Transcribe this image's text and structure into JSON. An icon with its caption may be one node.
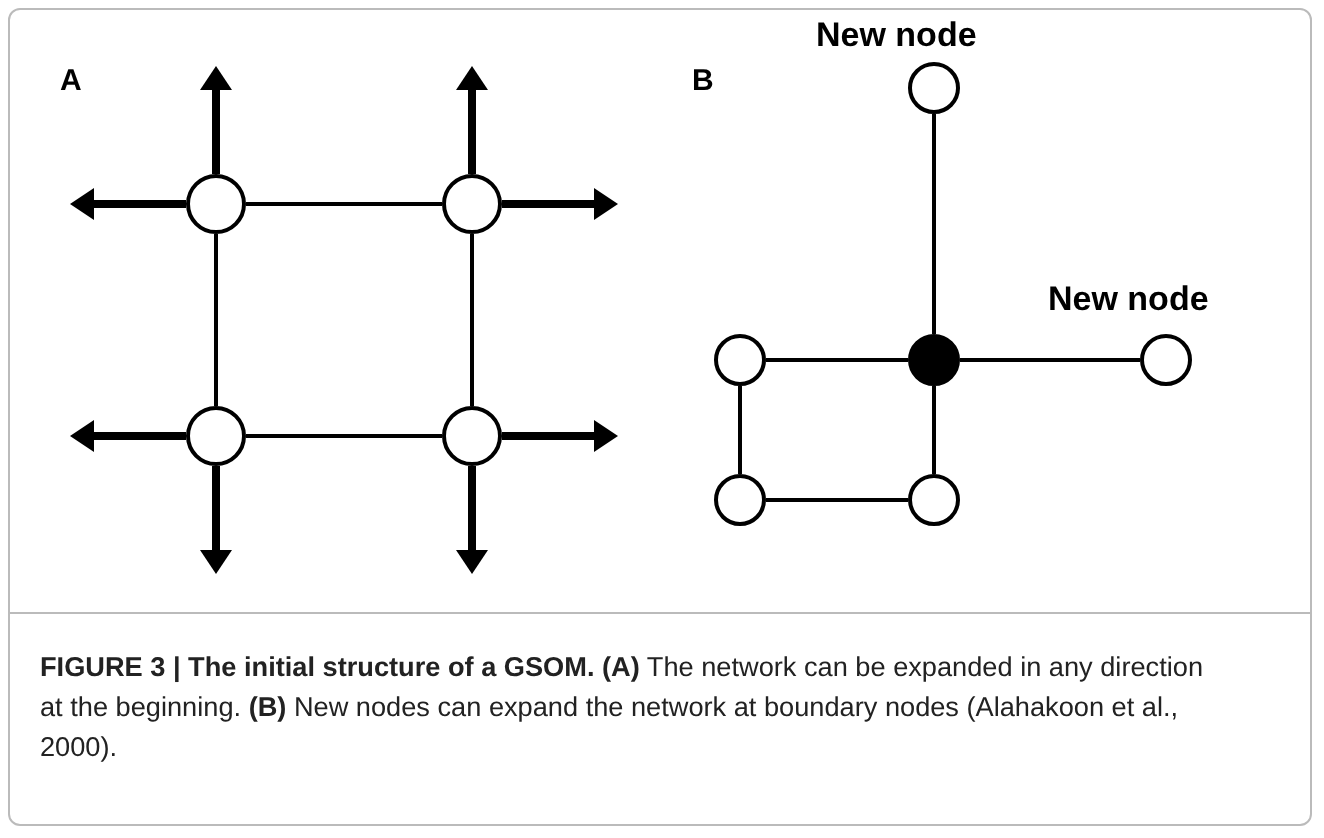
{
  "diagram": {
    "caption": "**FIGURE 3 | The initial structure of a GSOM. (A)** The network can be expanded in any direction at the beginning. **(B)** New nodes can expand the network at boundary nodes (Alahakoon et al., 2000).",
    "nodes": [
      {
        "text": [],
        "shape": "circle"
      },
      {
        "text": [],
        "shape": "circle"
      },
      {
        "text": [],
        "shape": "circle"
      },
      {
        "text": [],
        "shape": "circle"
      },
      {
        "text": [],
        "shape": "circle",
        "beside": [
          "New node"
        ]
      },
      {
        "text": [],
        "shape": "circle"
      },
      {
        "text": [],
        "shape": "disc"
      },
      {
        "text": [],
        "shape": "circle",
        "beside": [
          "New node"
        ]
      },
      {
        "text": [],
        "shape": "circle"
      },
      {
        "text": [],
        "shape": "circle"
      }
    ],
    "edges": [
      {
        "from": 0,
        "to": 1,
        "arrow": "none"
      },
      {
        "from": 0,
        "to": 2,
        "arrow": "none"
      },
      {
        "from": 1,
        "to": 3,
        "arrow": "none"
      },
      {
        "from": 2,
        "to": 3,
        "arrow": "none"
      },
      {
        "from": 0,
        "to": null,
        "arrow": "to",
        "style": "thick"
      },
      {
        "from": 0,
        "to": null,
        "arrow": "to",
        "style": "thick"
      },
      {
        "from": 1,
        "to": null,
        "arrow": "to",
        "style": "thick"
      },
      {
        "from": 1,
        "to": null,
        "arrow": "to",
        "style": "thick"
      },
      {
        "from": 2,
        "to": null,
        "arrow": "to",
        "style": "thick"
      },
      {
        "from": 2,
        "to": null,
        "arrow": "to",
        "style": "thick"
      },
      {
        "from": 3,
        "to": null,
        "arrow": "to",
        "style": "thick"
      },
      {
        "from": 3,
        "to": null,
        "arrow": "to",
        "style": "thick"
      },
      {
        "from": 4,
        "to": 6,
        "arrow": "none"
      },
      {
        "from": 5,
        "to": 6,
        "arrow": "none"
      },
      {
        "from": 6,
        "to": 7,
        "arrow": "none"
      },
      {
        "from": 5,
        "to": 8,
        "arrow": "none"
      },
      {
        "from": 8,
        "to": 9,
        "arrow": "none"
      },
      {
        "from": 9,
        "to": 6,
        "arrow": "none"
      }
    ],
    "labels": [
      "A",
      "B"
    ]
  }
}
